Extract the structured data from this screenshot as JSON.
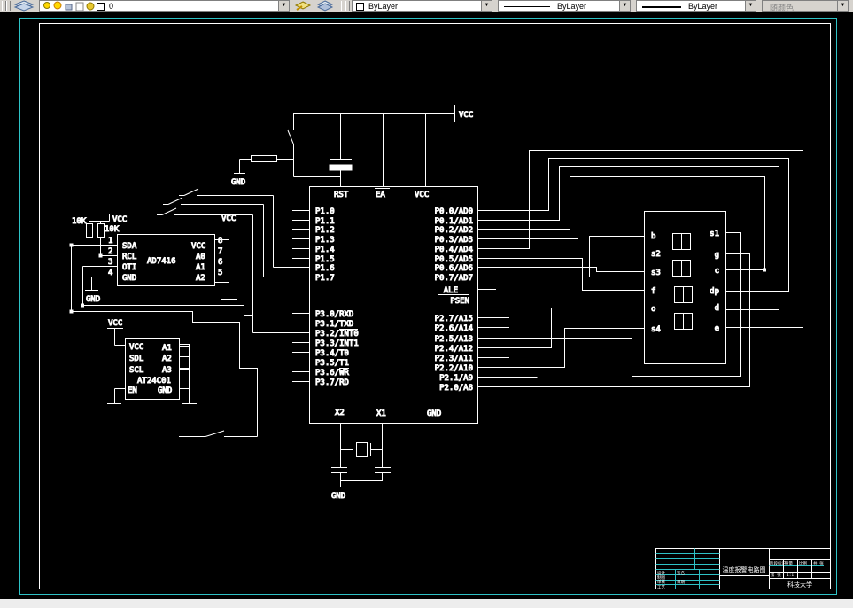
{
  "toolbar": {
    "layer_combo": {
      "value": "0"
    },
    "color_combo": {
      "value": "ByLayer"
    },
    "linetype_combo": {
      "value": "ByLayer"
    },
    "lineweight_combo": {
      "value": "ByLayer"
    },
    "plotstyle_combo": {
      "value": "随颜色"
    }
  },
  "schematic": {
    "vcc": "VCC",
    "gnd": "GND",
    "reset": {
      "r_label": ""
    },
    "pullups": {
      "r1": "10K",
      "r2": "10K"
    },
    "mcu": {
      "rst": "RST",
      "ea": "EA",
      "vcc": "VCC",
      "p1": [
        "P1.0",
        "P1.1",
        "P1.2",
        "P1.3",
        "P1.4",
        "P1.5",
        "P1.6",
        "P1.7"
      ],
      "p3": [
        "P3.0/RXD",
        "P3.1/TXD",
        "P3.2/INT0",
        "P3.3/INT1",
        "P3.4/T0",
        "P3.5/T1",
        "P3.6/WR",
        "P3.7/RD"
      ],
      "p0": [
        "P0.0/AD0",
        "P0.1/AD1",
        "P0.2/AD2",
        "P0.3/AD3",
        "P0.4/AD4",
        "P0.5/AD5",
        "P0.6/AD6",
        "P0.7/AD7"
      ],
      "ale": "ALE",
      "psen": "PSEN",
      "p2": [
        "P2.7/A15",
        "P2.6/A14",
        "P2.5/A13",
        "P2.4/A12",
        "P2.3/A11",
        "P2.2/A10",
        "P2.1/A9",
        "P2.0/A8"
      ],
      "x2": "X2",
      "x1": "X1",
      "gnd": "GND"
    },
    "ad7416": {
      "name": "AD7416",
      "left_pins": [
        "SDA",
        "RCL",
        "OTI",
        "GND"
      ],
      "left_nums": [
        "1",
        "2",
        "3",
        "4"
      ],
      "right_pins": [
        "VCC",
        "A0",
        "A1",
        "A2"
      ],
      "right_nums": [
        "8",
        "7",
        "6",
        "5"
      ]
    },
    "eeprom": {
      "name": "AT24C01",
      "left_pins": [
        "VCC",
        "SDL",
        "SCL",
        "EN"
      ],
      "right_pins": [
        "A1",
        "A2",
        "A3",
        "GND"
      ]
    },
    "display": {
      "left_pins": [
        "b",
        "s2",
        "s3",
        "f",
        "o",
        "s4"
      ],
      "right_pins": [
        "s1",
        "g",
        "c",
        "dp",
        "d",
        "e"
      ]
    },
    "title_block": {
      "title": "温度报警电路图",
      "org": "科技大学",
      "row_labels": [
        "设计",
        "制图",
        "审核",
        "工艺"
      ],
      "cell1": "签名",
      "cell2": "日期",
      "small1": "阶段标记",
      "small2": "重量",
      "small3": "比例",
      "sheet1": "共 张",
      "sheet2": "第 张",
      "scale": "1:1"
    }
  }
}
